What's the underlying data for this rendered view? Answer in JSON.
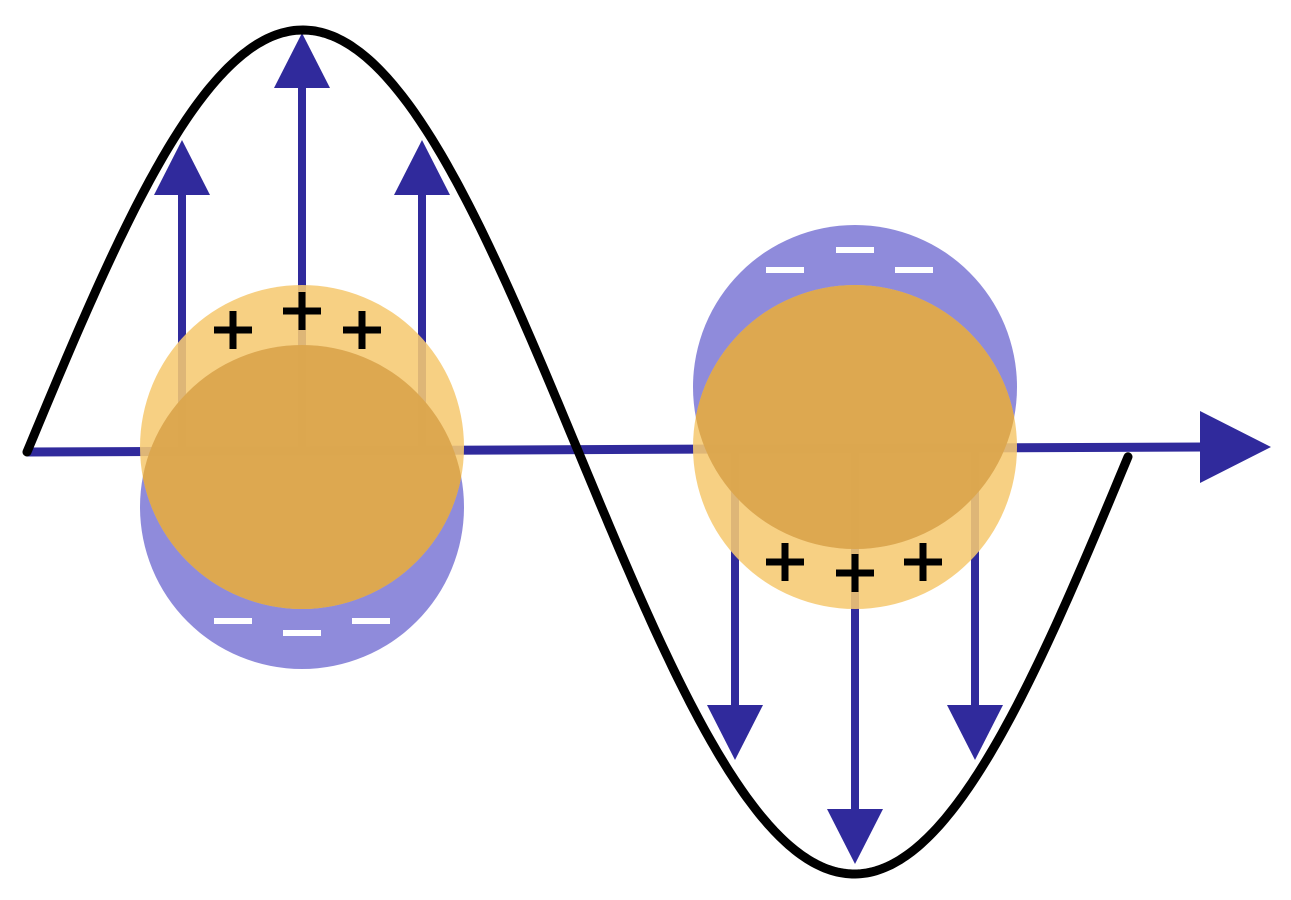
{
  "colors": {
    "wave": "#000000",
    "axis": "#302a9c",
    "negative_cloud": "#8f8bdb",
    "positive_cloud": "#f6ca72",
    "overlap": "#dba64c",
    "plus_sign": "#000000",
    "minus_sign": "#ffffff"
  },
  "wave": {
    "shape": "sine",
    "periods": 1
  },
  "atoms": [
    {
      "position": "crest",
      "field_direction": "up",
      "plus_count": 3,
      "minus_count": 3,
      "positive_side": "top",
      "negative_side": "bottom"
    },
    {
      "position": "trough",
      "field_direction": "down",
      "plus_count": 3,
      "minus_count": 3,
      "positive_side": "bottom",
      "negative_side": "top"
    }
  ]
}
